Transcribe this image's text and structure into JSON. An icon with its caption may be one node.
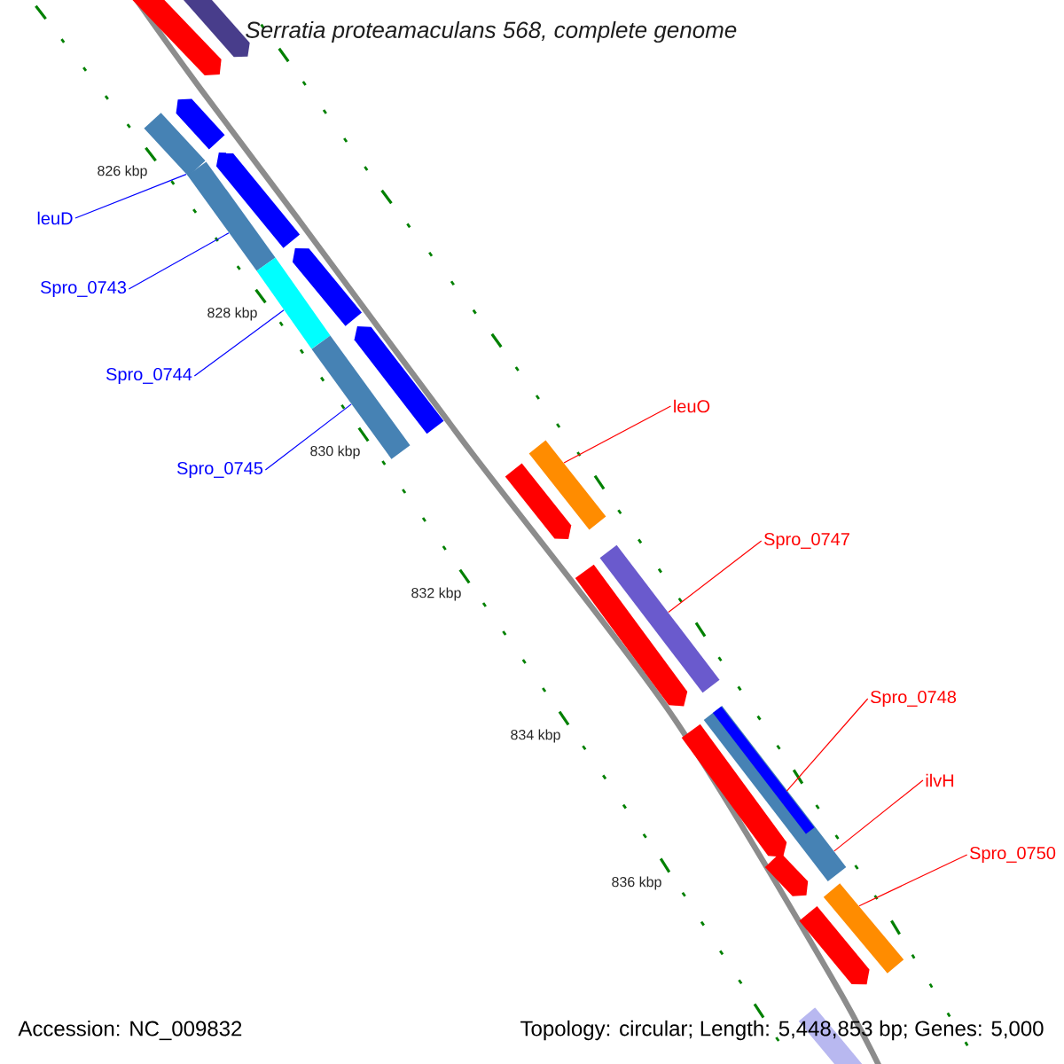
{
  "diagram": {
    "title": "Serratia proteamaculans 568, complete genome",
    "nodes": [
      {
        "text": [],
        "shape": "arrow"
      },
      {
        "text": [],
        "shape": "arrow"
      },
      {
        "text": [
          "leuD"
        ]
      },
      {
        "text": [
          "Spro_0743"
        ]
      },
      {
        "text": [
          "Spro_0744"
        ]
      },
      {
        "text": [
          "Spro_0745"
        ]
      },
      {
        "text": [],
        "shape": "arrow"
      },
      {
        "text": [],
        "shape": "arrow"
      },
      {
        "text": [],
        "shape": "arrow"
      },
      {
        "text": [],
        "shape": "arrow"
      },
      {
        "text": [],
        "shape": "bar"
      },
      {
        "text": [],
        "shape": "bar"
      },
      {
        "text": [],
        "shape": "bar"
      },
      {
        "text": [],
        "shape": "bar"
      },
      {
        "text": [
          "leuO"
        ]
      },
      {
        "text": [],
        "shape": "arrow"
      },
      {
        "text": [],
        "shape": "bar"
      },
      {
        "text": [
          "Spro_0747"
        ]
      },
      {
        "text": [],
        "shape": "arrow"
      },
      {
        "text": [],
        "shape": "bar"
      },
      {
        "text": [
          "Spro_0748"
        ]
      },
      {
        "text": [],
        "shape": "arrow"
      },
      {
        "text": [],
        "shape": "bar"
      },
      {
        "text": [],
        "shape": "bar",
        "in": 22
      },
      {
        "text": [
          "ilvH"
        ]
      },
      {
        "text": [],
        "shape": "arrow"
      },
      {
        "text": [
          "Spro_0750"
        ]
      },
      {
        "text": [],
        "shape": "arrow"
      },
      {
        "text": [],
        "shape": "bar"
      },
      {
        "text": [],
        "shape": "bar"
      }
    ],
    "edges": [
      {
        "from": 2,
        "to": 10,
        "arrow": "none",
        "color": "#0000ff"
      },
      {
        "from": 3,
        "to": 11,
        "arrow": "none",
        "color": "#0000ff"
      },
      {
        "from": 4,
        "to": 12,
        "arrow": "none",
        "color": "#0000ff"
      },
      {
        "from": 5,
        "to": 13,
        "arrow": "none",
        "color": "#0000ff"
      },
      {
        "from": 14,
        "to": 16,
        "arrow": "none"
      },
      {
        "from": 17,
        "to": 19,
        "arrow": "none"
      },
      {
        "from": 20,
        "to": 23,
        "arrow": "none"
      },
      {
        "from": 24,
        "to": 22,
        "arrow": "none"
      },
      {
        "from": 26,
        "to": 28,
        "arrow": "none"
      }
    ],
    "labels": [
      "826 kbp",
      "828 kbp",
      "830 kbp",
      "832 kbp",
      "834 kbp",
      "836 kbp",
      "Accession: NC_009832",
      "Topology: circular; Length: 5,448,853 bp; Genes: 5,000"
    ]
  }
}
